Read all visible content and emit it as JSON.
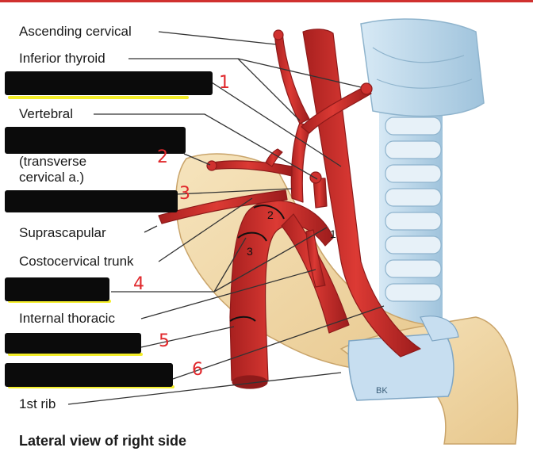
{
  "labels": {
    "ascending_cervical": "Ascending cervical",
    "inferior_thyroid": "Inferior thyroid",
    "vertebral": "Vertebral",
    "transverse_cervical_line1": "(transverse",
    "transverse_cervical_line2": "cervical a.)",
    "suprascapular": "Suprascapular",
    "costocervical_trunk": "Costocervical trunk",
    "internal_thoracic": "Internal thoracic",
    "first_rib": "1st rib"
  },
  "caption": "Lateral view of right side",
  "segment_numbers": [
    "1",
    "2",
    "3"
  ],
  "handwritten_numbers": [
    "1",
    "2",
    "3",
    "4",
    "5",
    "6"
  ],
  "bone_mark": "BK",
  "colors": {
    "artery": "#d0312f",
    "artery_dark": "#a51f1f",
    "bone": "#f1d9a8",
    "cartilage": "#b9d7ea",
    "redaction": "#0b0b0b",
    "highlight": "#f4ee2a",
    "annotation": "#e0282c"
  }
}
